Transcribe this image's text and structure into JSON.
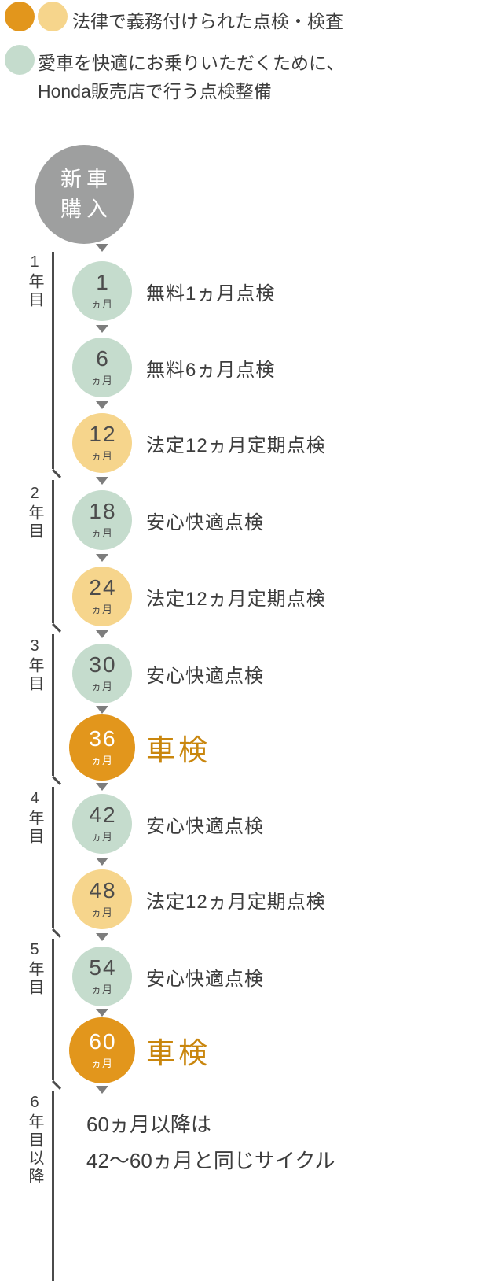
{
  "legend": {
    "required": {
      "label": "法律で義務付けられた点検・検査",
      "colors": {
        "main": "#e2961c",
        "sub": "#f6d58c"
      }
    },
    "dealer": {
      "line1": "愛車を快適にお乗りいただくために、",
      "line2": "Honda販売店で行う点検整備",
      "color": "#c5dccd"
    }
  },
  "start": {
    "line1": "新車",
    "line2": "購入"
  },
  "years": [
    "1年目",
    "2年目",
    "3年目",
    "4年目",
    "5年目",
    "6年目以降"
  ],
  "timeline": [
    {
      "month": "1",
      "unit": "ヵ月",
      "label": "無料1ヵ月点検",
      "type": "green"
    },
    {
      "month": "6",
      "unit": "ヵ月",
      "label": "無料6ヵ月点検",
      "type": "green"
    },
    {
      "month": "12",
      "unit": "ヵ月",
      "label": "法定12ヵ月定期点検",
      "type": "yellow"
    },
    {
      "month": "18",
      "unit": "ヵ月",
      "label": "安心快適点検",
      "type": "green"
    },
    {
      "month": "24",
      "unit": "ヵ月",
      "label": "法定12ヵ月定期点検",
      "type": "yellow"
    },
    {
      "month": "30",
      "unit": "ヵ月",
      "label": "安心快適点検",
      "type": "green"
    },
    {
      "month": "36",
      "unit": "ヵ月",
      "label": "車検",
      "type": "orange"
    },
    {
      "month": "42",
      "unit": "ヵ月",
      "label": "安心快適点検",
      "type": "green"
    },
    {
      "month": "48",
      "unit": "ヵ月",
      "label": "法定12ヵ月定期点検",
      "type": "yellow"
    },
    {
      "month": "54",
      "unit": "ヵ月",
      "label": "安心快適点検",
      "type": "green"
    },
    {
      "month": "60",
      "unit": "ヵ月",
      "label": "車検",
      "type": "orange"
    }
  ],
  "note": {
    "line1": "60ヵ月以降は",
    "line2": "42〜60ヵ月と同じサイクル"
  },
  "colors": {
    "orange": "#e2961c",
    "yellow": "#f6d58c",
    "green": "#c5dccd",
    "gray": "#9e9f9f",
    "shaken_text": "#c9860d",
    "bracket": "#4b4b4b",
    "arrow": "#7d7d7d"
  }
}
